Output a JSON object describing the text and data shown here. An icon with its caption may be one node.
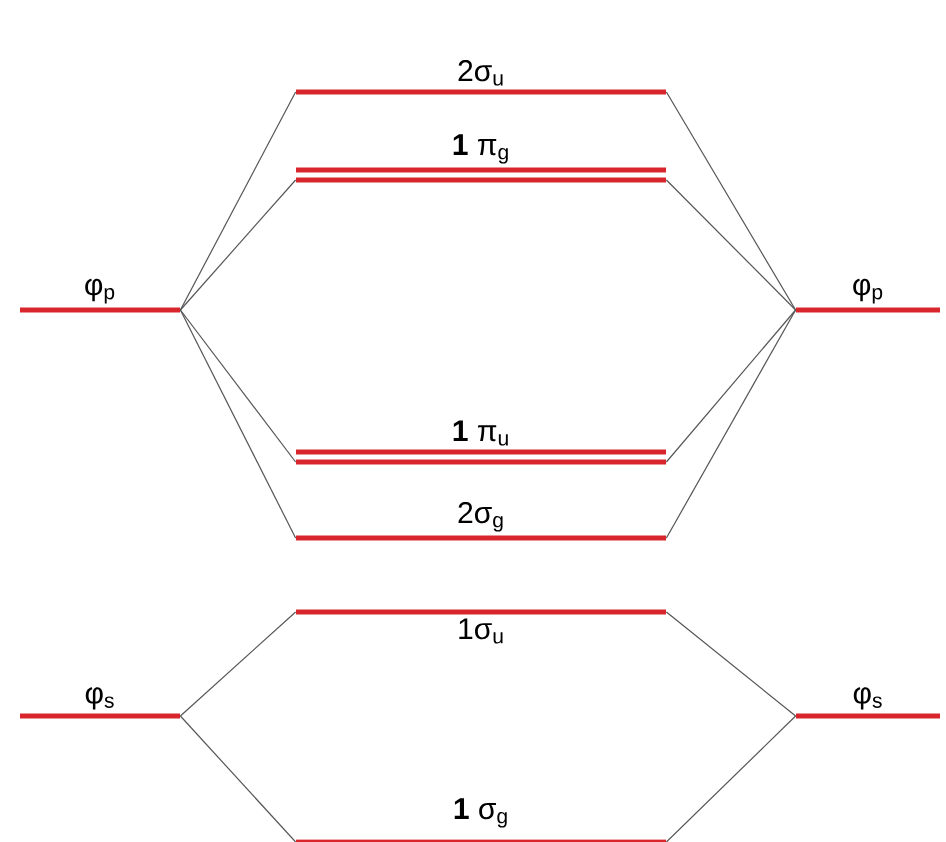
{
  "diagram": {
    "nodes": [
      {
        "text": [
          "φ$_{p}$"
        ]
      },
      {
        "text": [
          "2σ$_{u}$"
        ]
      },
      {
        "text": [
          "**1** π$_{g}$"
        ]
      },
      {
        "text": [
          "φ$_{p}$"
        ]
      },
      {
        "text": [
          "**1** π$_{u}$"
        ]
      },
      {
        "text": [
          "2σ$_{g}$"
        ]
      },
      {
        "text": [
          "1σ$_{u}$"
        ]
      },
      {
        "text": [
          "φ$_{s}$"
        ]
      },
      {
        "text": [
          "φ$_{s}$"
        ]
      },
      {
        "text": [
          "**1** σ$_{g}$"
        ]
      }
    ],
    "edges": [
      {
        "from": 0,
        "to": 1,
        "arrow": "none"
      },
      {
        "from": 0,
        "to": 2,
        "arrow": "none"
      },
      {
        "from": 0,
        "to": 4,
        "arrow": "none"
      },
      {
        "from": 0,
        "to": 5,
        "arrow": "none"
      },
      {
        "from": 3,
        "to": 1,
        "arrow": "none"
      },
      {
        "from": 3,
        "to": 2,
        "arrow": "none"
      },
      {
        "from": 3,
        "to": 4,
        "arrow": "none"
      },
      {
        "from": 3,
        "to": 5,
        "arrow": "none"
      },
      {
        "from": 7,
        "to": 6,
        "arrow": "none"
      },
      {
        "from": 7,
        "to": 9,
        "arrow": "none"
      },
      {
        "from": 8,
        "to": 6,
        "arrow": "none"
      },
      {
        "from": 8,
        "to": 9,
        "arrow": "none"
      }
    ]
  }
}
